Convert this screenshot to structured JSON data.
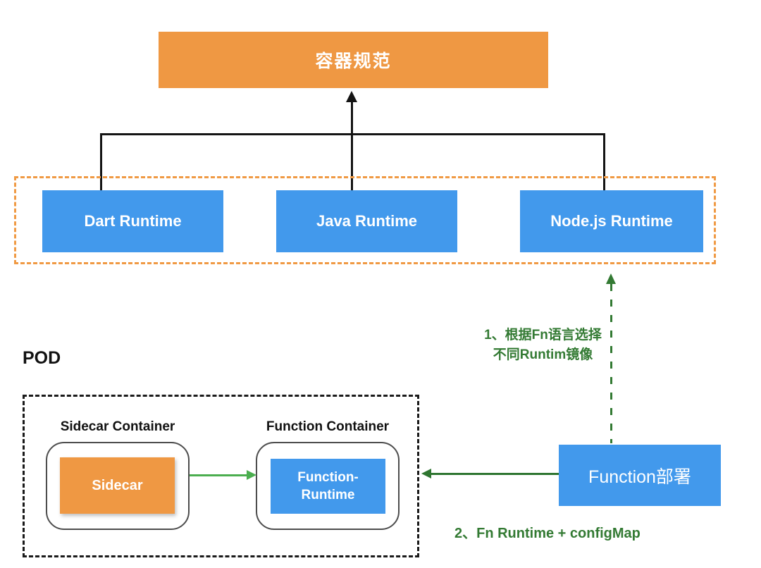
{
  "spec": {
    "label": "容器规范"
  },
  "runtimes": [
    {
      "label": "Dart Runtime"
    },
    {
      "label": "Java Runtime"
    },
    {
      "label": "Node.js Runtime"
    }
  ],
  "pod": {
    "label": "POD",
    "sidecar_container": {
      "title": "Sidecar Container",
      "box_label": "Sidecar"
    },
    "function_container": {
      "title": "Function Container",
      "line1": "Function-",
      "line2": "Runtime"
    }
  },
  "deploy": {
    "label": "Function部署"
  },
  "annotations": {
    "step1_line1": "1、根据Fn语言选择",
    "step1_line2": "不同Runtim镜像",
    "step2": "2、Fn Runtime + configMap"
  },
  "colors": {
    "orange": "#EF9843",
    "blue": "#4299EC",
    "green_bright": "#4BAE4F",
    "green_dark": "#337A33",
    "connector_black": "#141414"
  }
}
